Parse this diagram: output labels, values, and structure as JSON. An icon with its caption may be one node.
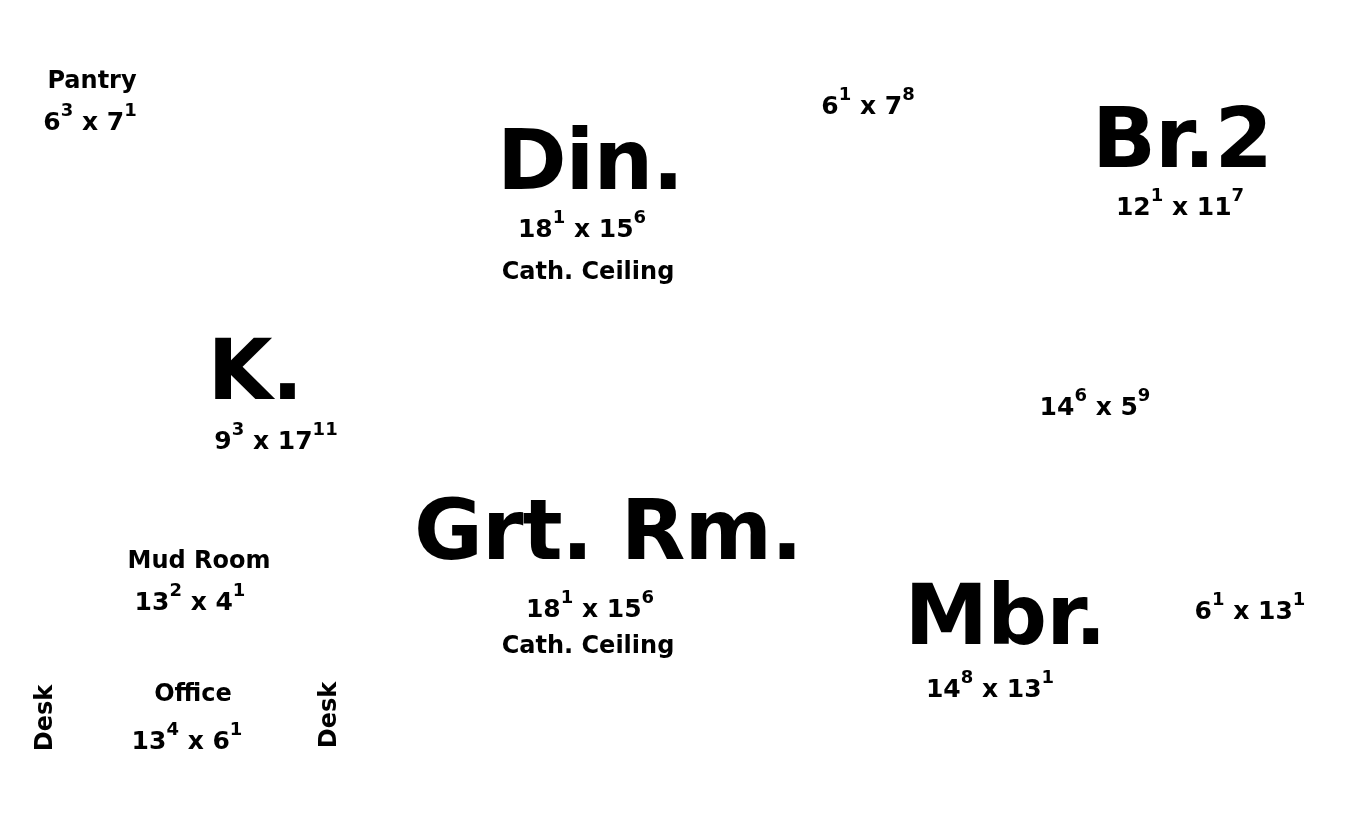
{
  "diagram": {
    "labels": [
      "Pantry",
      "6$^{3}$ x 7$^{1}$",
      "6$^{1}$ x 7$^{8}$",
      "Din.",
      "18$^{1}$ x 15$^{6}$",
      "Cath. Ceiling",
      "Br.2",
      "12$^{1}$ x 11$^{7}$",
      "K.",
      "9$^{3}$ x 17$^{11}$",
      "14$^{6}$ x 5$^{9}$",
      "Grt. Rm.",
      "Mud Room",
      "13$^{2}$ x 4$^{1}$",
      "18$^{1}$ x 15$^{6}$",
      "Cath. Ceiling",
      "Mbr.",
      "6$^{1}$ x 13$^{1}$",
      "14$^{8}$ x 13$^{1}$",
      "Desk",
      "Office",
      "Desk",
      "13$^{4}$ x 6$^{1}$"
    ]
  }
}
